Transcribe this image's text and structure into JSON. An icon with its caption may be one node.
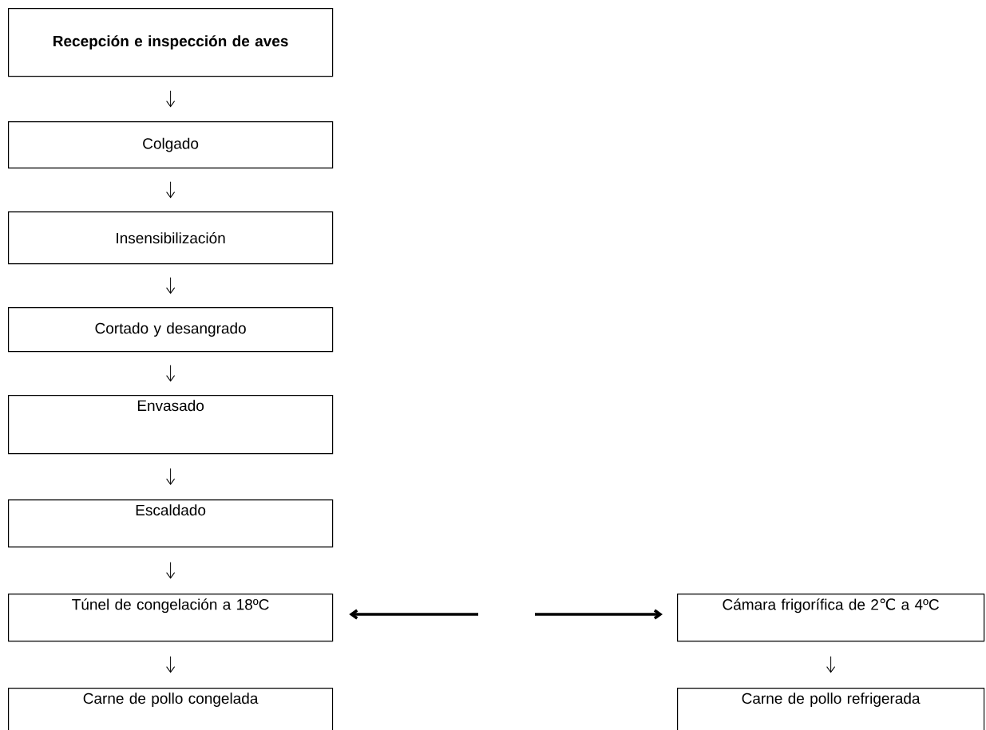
{
  "diagram": {
    "nodes": [
      {
        "text": [
          "Recepción e inspección de aves"
        ]
      },
      {
        "text": [
          "Colgado"
        ]
      },
      {
        "text": [
          "Insensibilización"
        ]
      },
      {
        "text": [
          "Cortado y desangrado"
        ]
      },
      {
        "text": [
          "Envasado"
        ]
      },
      {
        "text": [
          "Escaldado"
        ]
      },
      {
        "text": [
          "Túnel de congelación a 18ºC"
        ]
      },
      {
        "text": [
          "Cámara frigorífica de 2℃ a 4ºC"
        ]
      },
      {
        "text": [
          "Carne de pollo congelada"
        ]
      },
      {
        "text": [
          "Carne de pollo refrigerada"
        ]
      }
    ],
    "edges": [
      {
        "from": 0,
        "to": 1,
        "arrow": "to"
      },
      {
        "from": 1,
        "to": 2,
        "arrow": "to"
      },
      {
        "from": 2,
        "to": 3,
        "arrow": "to"
      },
      {
        "from": 3,
        "to": 4,
        "arrow": "to"
      },
      {
        "from": 4,
        "to": 5,
        "arrow": "to"
      },
      {
        "from": 5,
        "to": 6,
        "arrow": "to"
      },
      {
        "from": null,
        "to": 6,
        "arrow": "to",
        "style": "thick"
      },
      {
        "from": null,
        "to": 7,
        "arrow": "to",
        "style": "thick"
      },
      {
        "from": 6,
        "to": 8,
        "arrow": "to"
      },
      {
        "from": 7,
        "to": 9,
        "arrow": "to"
      }
    ]
  }
}
